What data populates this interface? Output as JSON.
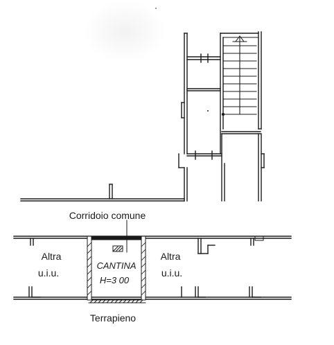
{
  "labels": {
    "corridor": "Corridoio comune",
    "left_unit_line1": "Altra",
    "left_unit_line2": "u.i.u.",
    "cellar_name": "CANTINA",
    "cellar_height": "H=3 00",
    "right_unit_line1": "Altra",
    "right_unit_line2": "u.i.u.",
    "embankment": "Terrapieno"
  },
  "stair_steps": 10,
  "colors": {
    "ink": "#1a1a1a",
    "paper": "#ffffff"
  }
}
